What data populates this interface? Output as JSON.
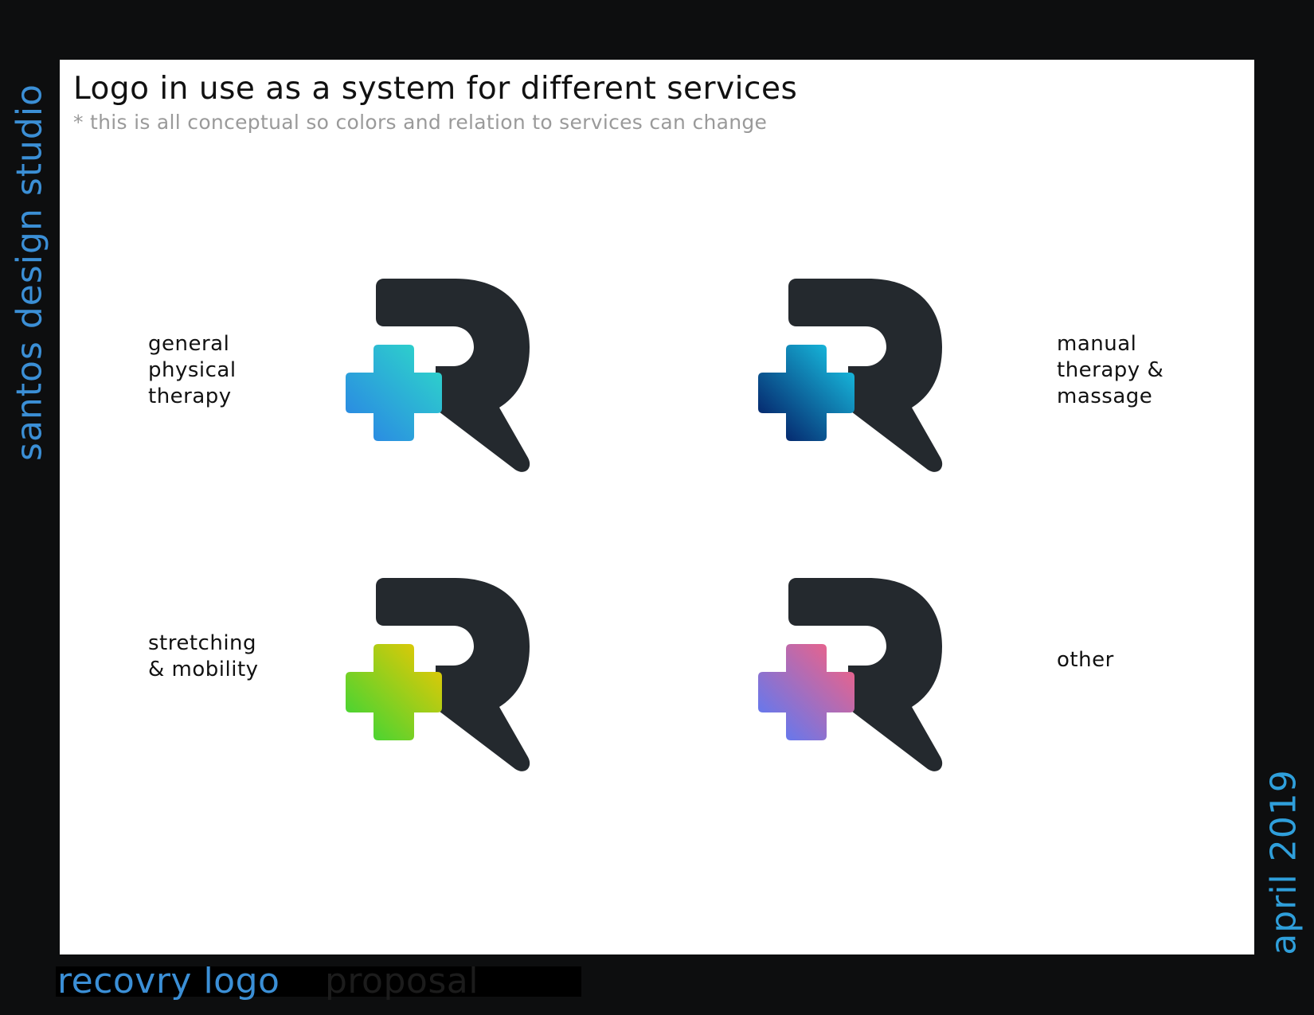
{
  "side_brand": "santos design studio",
  "side_date": "april 2019",
  "panel": {
    "title": "Logo in use as a system for different services",
    "subtitle": "* this is all conceptual  so colors and relation to services can change"
  },
  "services": [
    {
      "label": "general\nphysical\ntherapy",
      "cross_colors": [
        "#2edcc8",
        "#2a7fe6"
      ]
    },
    {
      "label": "manual\ntherapy &\nmassage",
      "cross_colors": [
        "#1ad0ee",
        "#020e5a"
      ]
    },
    {
      "label": "stretching\n& mobility",
      "cross_colors": [
        "#f6c700",
        "#2fd63a"
      ]
    },
    {
      "label": "other",
      "cross_colors": [
        "#ff5f7b",
        "#4d7cff"
      ]
    }
  ],
  "logo_letter_color": "#24292e",
  "footer": {
    "main": "recovry logo",
    "faded": "proposal"
  }
}
